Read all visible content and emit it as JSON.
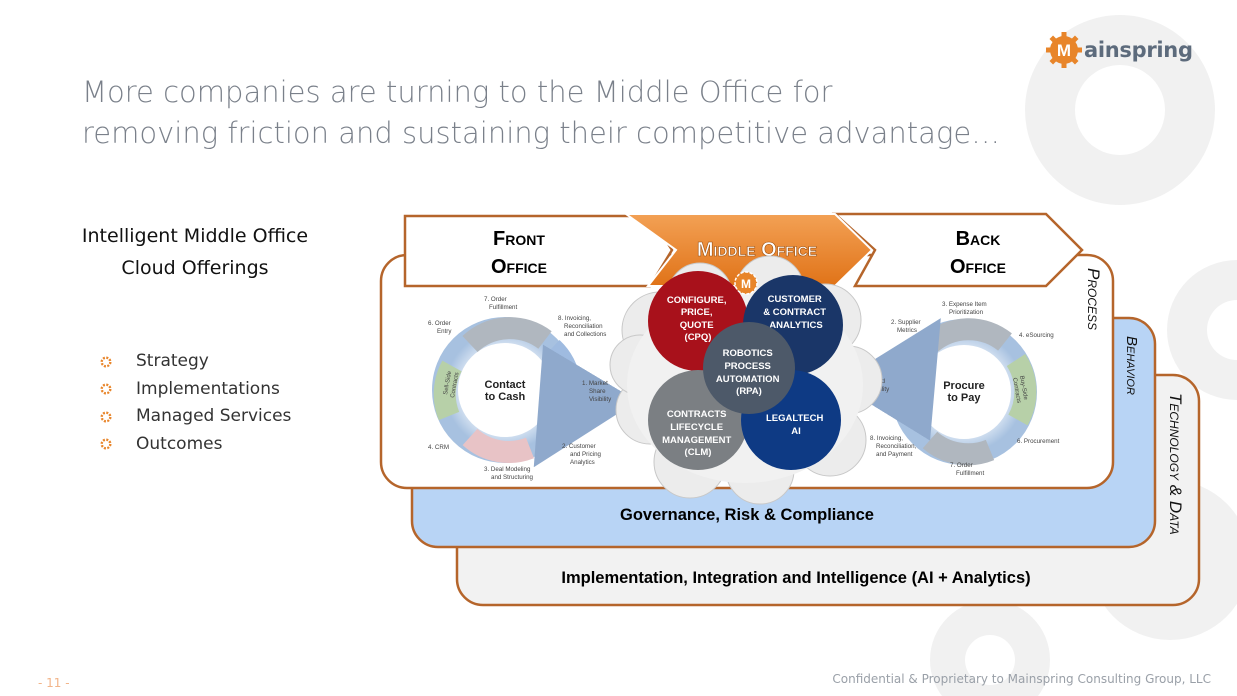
{
  "slide": {
    "title_line1": "More companies are turning to the Middle Office for",
    "title_line2": "removing friction and sustaining their competitive advantage…",
    "subtitle_line1": "Intelligent Middle Office",
    "subtitle_line2": "Cloud Offerings",
    "offerings": [
      "Strategy",
      "Implementations",
      "Managed Services",
      "Outcomes"
    ],
    "bullet_icon": "gear-icon",
    "page_number": "- 11 -",
    "footer": "Confidential & Proprietary to Mainspring Consulting Group, LLC"
  },
  "logo": {
    "letter": "M",
    "text": "ainspring",
    "color": "#e8852a"
  },
  "diagram": {
    "front_office": [
      "Front",
      "Office"
    ],
    "middle_office": "Middle Office",
    "back_office": [
      "Back",
      "Office"
    ],
    "layers": {
      "process": "Process",
      "behavior": "Behavior",
      "technology": "Technology & Data"
    },
    "governance": "Governance, Risk & Compliance",
    "implementation": "Implementation, Integration and Intelligence (AI + Analytics)",
    "center_logo": "M",
    "bubbles": {
      "cpq": [
        "CONFIGURE,",
        "PRICE,",
        "QUOTE",
        "(CPQ)"
      ],
      "analytics": [
        "CUSTOMER",
        "& CONTRACT",
        "ANALYTICS"
      ],
      "rpa": [
        "ROBOTICS",
        "PROCESS",
        "AUTOMATION",
        "(RPA)"
      ],
      "clm": [
        "CONTRACTS",
        "LIFECYCLE",
        "MANAGEMENT",
        "(CLM)"
      ],
      "legaltech": [
        "LEGALTECH",
        "AI"
      ]
    },
    "contact_to_cash": {
      "center": [
        "Contact",
        "to Cash"
      ],
      "side": [
        "Sell-Side",
        "Contracts"
      ],
      "steps": {
        "s1": [
          "1. Market",
          "Share",
          "Visibility"
        ],
        "s2": [
          "2. Customer",
          "and Pricing",
          "Analytics"
        ],
        "s3": [
          "3. Deal Modeling",
          "and Structuring"
        ],
        "s4": [
          "4. CRM"
        ],
        "s6": [
          "6. Order",
          "Entry"
        ],
        "s7": [
          "7. Order",
          "Fulfillment"
        ],
        "s8": [
          "8. Invoicing,",
          "Reconciliation",
          "and Collections"
        ]
      }
    },
    "procure_to_pay": {
      "center": [
        "Procure",
        "to Pay"
      ],
      "side": [
        "Buy-Side",
        "Contracts"
      ],
      "steps": {
        "s1": [
          "Spend",
          "Visibility"
        ],
        "s2": [
          "2. Supplier",
          "Metrics"
        ],
        "s3": [
          "3. Expense Item",
          "Prioritization"
        ],
        "s4": [
          "4. eSourcing"
        ],
        "s6": [
          "6. Procurement"
        ],
        "s7": [
          "7. Order",
          "Fulfillment"
        ],
        "s8": [
          "8. Invoicing,",
          "Reconciliation,",
          "and Payment"
        ]
      }
    }
  },
  "colors": {
    "accent_orange": "#e8852a",
    "frame_brown": "#b5652b",
    "governance_blue": "#b8d4f5",
    "cpq_red": "#a8111b",
    "analytics_navy": "#1a3668",
    "rpa_slate": "#4d5969",
    "clm_gray": "#7b7f83",
    "legaltech_blue": "#0e3a84"
  }
}
